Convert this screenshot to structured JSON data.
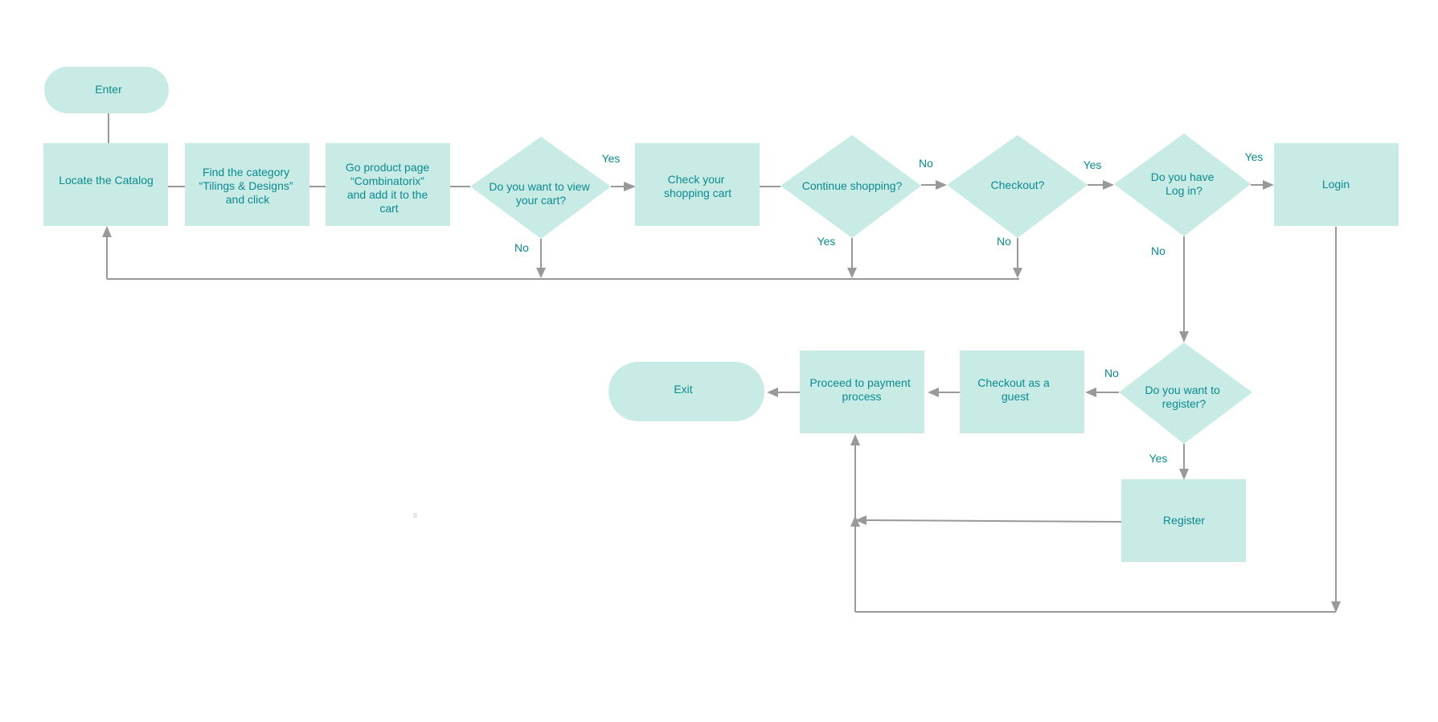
{
  "colors": {
    "shape_fill": "#c9ebe5",
    "text": "#0b8a8f",
    "connector": "#999999",
    "background": "#ffffff"
  },
  "nodes": {
    "enter": {
      "shape": "terminator",
      "lines": [
        "Enter"
      ]
    },
    "locate_catalog": {
      "shape": "process",
      "lines": [
        "Locate the Catalog"
      ]
    },
    "find_category": {
      "shape": "process",
      "lines": [
        "Find the category",
        "“Tilings & Designs”",
        "and click"
      ]
    },
    "product_page": {
      "shape": "process",
      "lines": [
        "Go product page",
        "“Combinatorix”",
        "and add it to the",
        "cart"
      ]
    },
    "view_cart": {
      "shape": "decision",
      "lines": [
        "Do you want to view",
        "your cart?"
      ]
    },
    "check_cart": {
      "shape": "process",
      "lines": [
        "Check your",
        "shopping cart"
      ]
    },
    "continue_shopping": {
      "shape": "decision",
      "lines": [
        "Continue shopping?"
      ]
    },
    "checkout": {
      "shape": "decision",
      "lines": [
        "Checkout?"
      ]
    },
    "have_login": {
      "shape": "decision",
      "lines": [
        "Do you have",
        "Log in?"
      ]
    },
    "login": {
      "shape": "process",
      "lines": [
        "Login"
      ]
    },
    "want_register": {
      "shape": "decision",
      "lines": [
        "Do you want to",
        "register?"
      ]
    },
    "guest_checkout": {
      "shape": "process",
      "lines": [
        "Checkout as a",
        "guest"
      ]
    },
    "payment": {
      "shape": "process",
      "lines": [
        "Proceed to payment",
        "process"
      ]
    },
    "exit": {
      "shape": "terminator",
      "lines": [
        "Exit"
      ]
    },
    "register": {
      "shape": "process",
      "lines": [
        "Register"
      ]
    }
  },
  "edge_labels": {
    "view_cart_yes": "Yes",
    "view_cart_no": "No",
    "continue_no": "No",
    "continue_yes": "Yes",
    "checkout_yes": "Yes",
    "checkout_no": "No",
    "have_login_yes": "Yes",
    "have_login_no": "No",
    "register_no": "No",
    "register_yes": "Yes"
  }
}
